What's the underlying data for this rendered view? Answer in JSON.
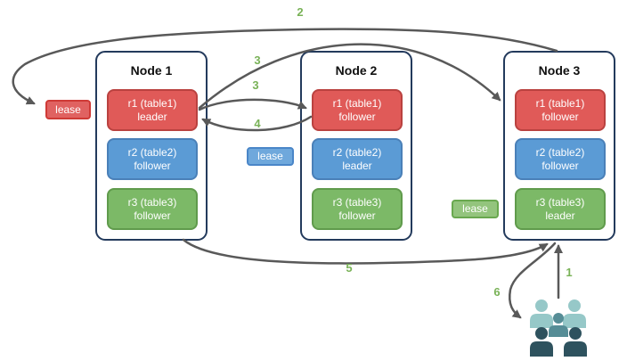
{
  "diagram": {
    "nodes": [
      {
        "title": "Node 1",
        "replicas": [
          {
            "name": "r1 (table1)",
            "role": "leader",
            "color": "red"
          },
          {
            "name": "r2 (table2)",
            "role": "follower",
            "color": "blue"
          },
          {
            "name": "r3 (table3)",
            "role": "follower",
            "color": "green"
          }
        ]
      },
      {
        "title": "Node 2",
        "replicas": [
          {
            "name": "r1 (table1)",
            "role": "follower",
            "color": "red"
          },
          {
            "name": "r2 (table2)",
            "role": "leader",
            "color": "blue"
          },
          {
            "name": "r3 (table3)",
            "role": "follower",
            "color": "green"
          }
        ]
      },
      {
        "title": "Node 3",
        "replicas": [
          {
            "name": "r1 (table1)",
            "role": "follower",
            "color": "red"
          },
          {
            "name": "r2 (table2)",
            "role": "follower",
            "color": "blue"
          },
          {
            "name": "r3 (table3)",
            "role": "leader",
            "color": "green"
          }
        ]
      }
    ],
    "leases": [
      {
        "label": "lease",
        "color": "#e06261"
      },
      {
        "label": "lease",
        "color": "#6fa8dc"
      },
      {
        "label": "lease",
        "color": "#93c47d"
      }
    ],
    "steps": {
      "n1": "1",
      "n2": "2",
      "n3a": "3",
      "n3b": "3",
      "n4": "4",
      "n5": "5",
      "n6": "6"
    },
    "colors": {
      "red_fill": "#e05a58",
      "blue_fill": "#5b9bd5",
      "green_fill": "#7cb967",
      "node_border": "#233a5c",
      "arrow": "#595959",
      "step_label": "#79b257",
      "users_light": "#96c8c8",
      "users_medium": "#568d96",
      "users_dark": "#2e525e"
    }
  }
}
